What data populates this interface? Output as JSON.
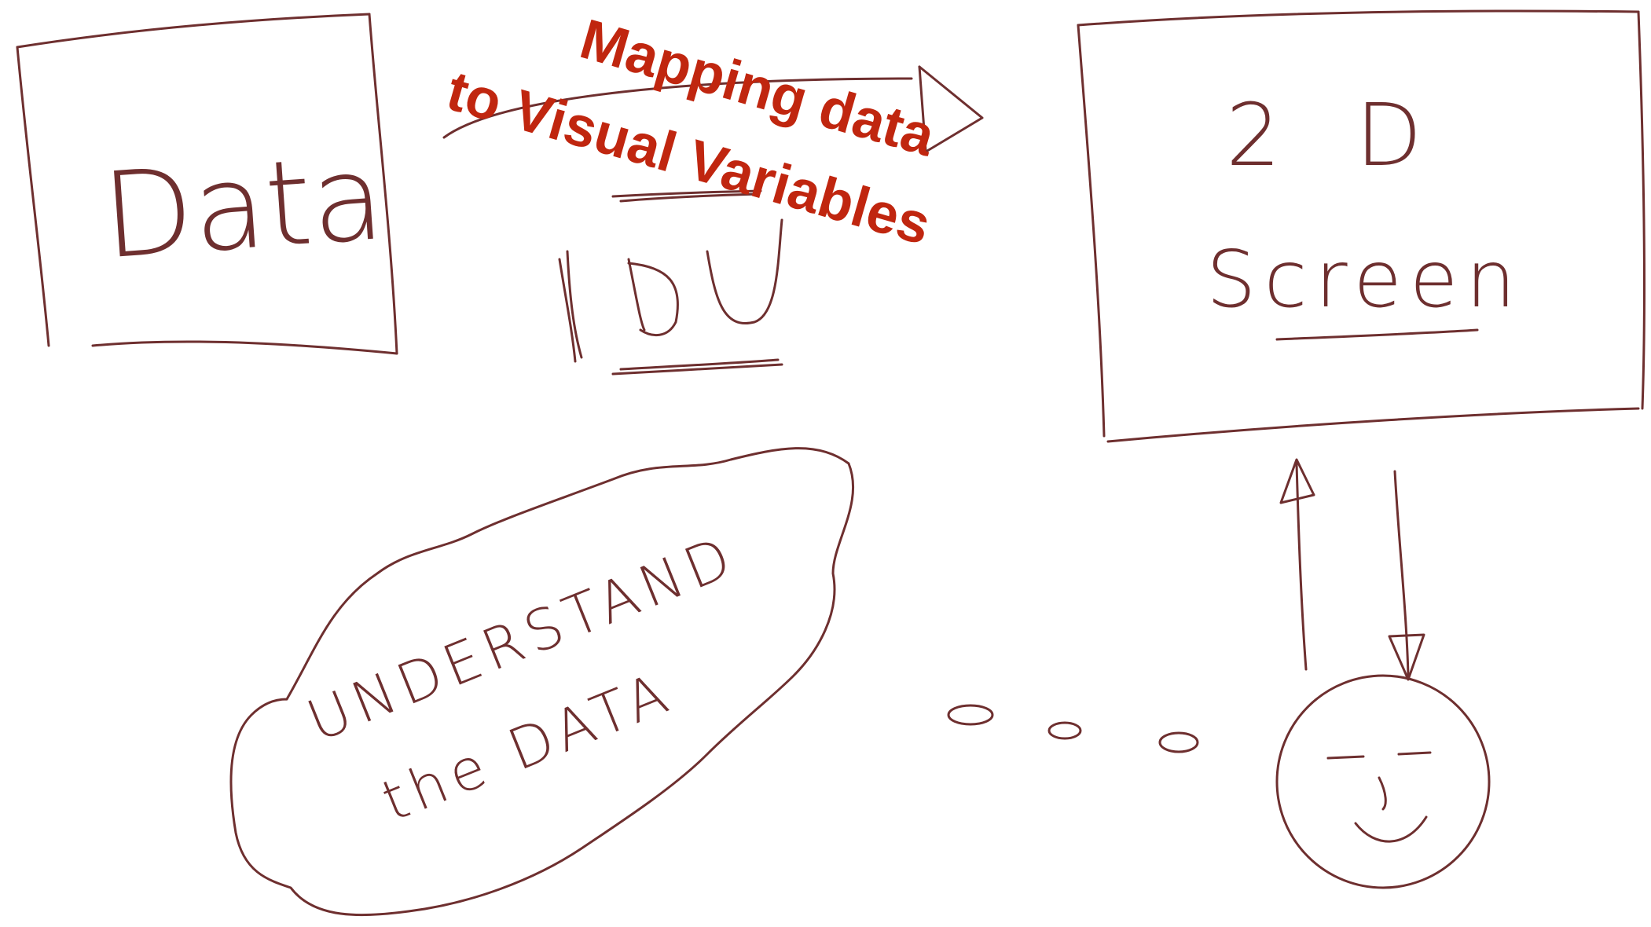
{
  "overlay": {
    "line1": "Mapping data",
    "line2": "to Visual Variables"
  },
  "sketch": {
    "data_box_label": "Data",
    "screen_box_label_1": "2 D",
    "screen_box_label_2": "Screen",
    "cloud_line_1": "UNDERSTAND",
    "cloud_line_2": "the DATA",
    "ink_color": "#6e2f2f",
    "overlay_color": "#c0260f"
  }
}
